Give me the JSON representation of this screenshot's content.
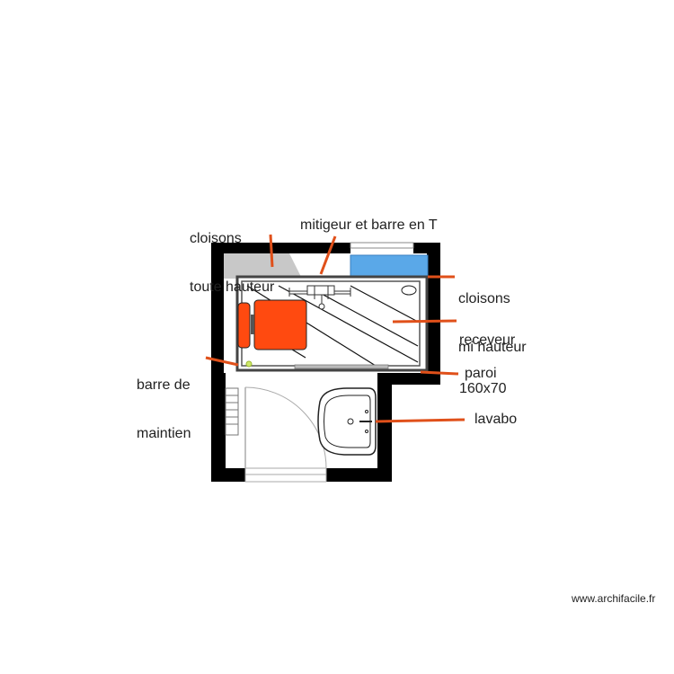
{
  "labels": {
    "cloisons_toute_hauteur": [
      "cloisons",
      "toute hauteur"
    ],
    "mitigeur": "mitigeur et barre en T",
    "cloisons_mi_hauteur": [
      "cloisons",
      "mi hauteur"
    ],
    "receveur": [
      "receveur",
      "160x70"
    ],
    "barre_maintien": [
      "barre de",
      "maintien"
    ],
    "paroi": "paroi",
    "lavabo": "lavabo"
  },
  "watermark": "www.archifacile.fr",
  "colors": {
    "wall": "#000000",
    "leader_line": "#e0501a",
    "seat": "#ff4a10",
    "window": "#5aa8e8",
    "partition_grey": "#c8c8c8",
    "shower_frame": "#555555"
  }
}
